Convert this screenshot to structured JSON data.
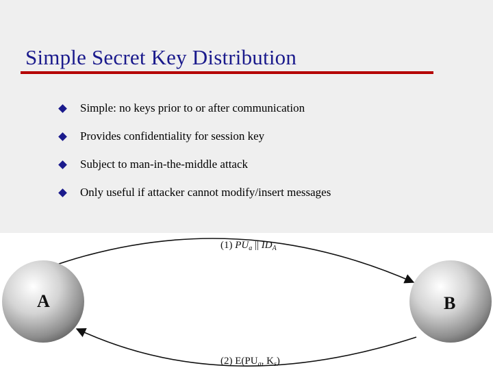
{
  "slide": {
    "title": "Simple Secret Key Distribution",
    "bullets": [
      "Simple: no keys prior to or after communication",
      "Provides confidentiality for session key",
      "Subject to man-in-the-middle attack",
      "Only useful if attacker cannot modify/insert messages"
    ]
  },
  "diagram": {
    "node_a": "A",
    "node_b": "B",
    "message_1": {
      "step": "(1)",
      "pu": "PU",
      "pu_sub": "a",
      "sep": "||",
      "id": "ID",
      "id_sub": "A"
    },
    "message_2": {
      "step": "(2)",
      "open": "E(PU",
      "pu_sub": "a",
      "comma": ", K",
      "k_sub": "s",
      "close": ")"
    }
  },
  "colors": {
    "title": "#1a1a8c",
    "rule": "#b40000",
    "bullet": "#1a1a8c",
    "panel": "#efefef"
  }
}
